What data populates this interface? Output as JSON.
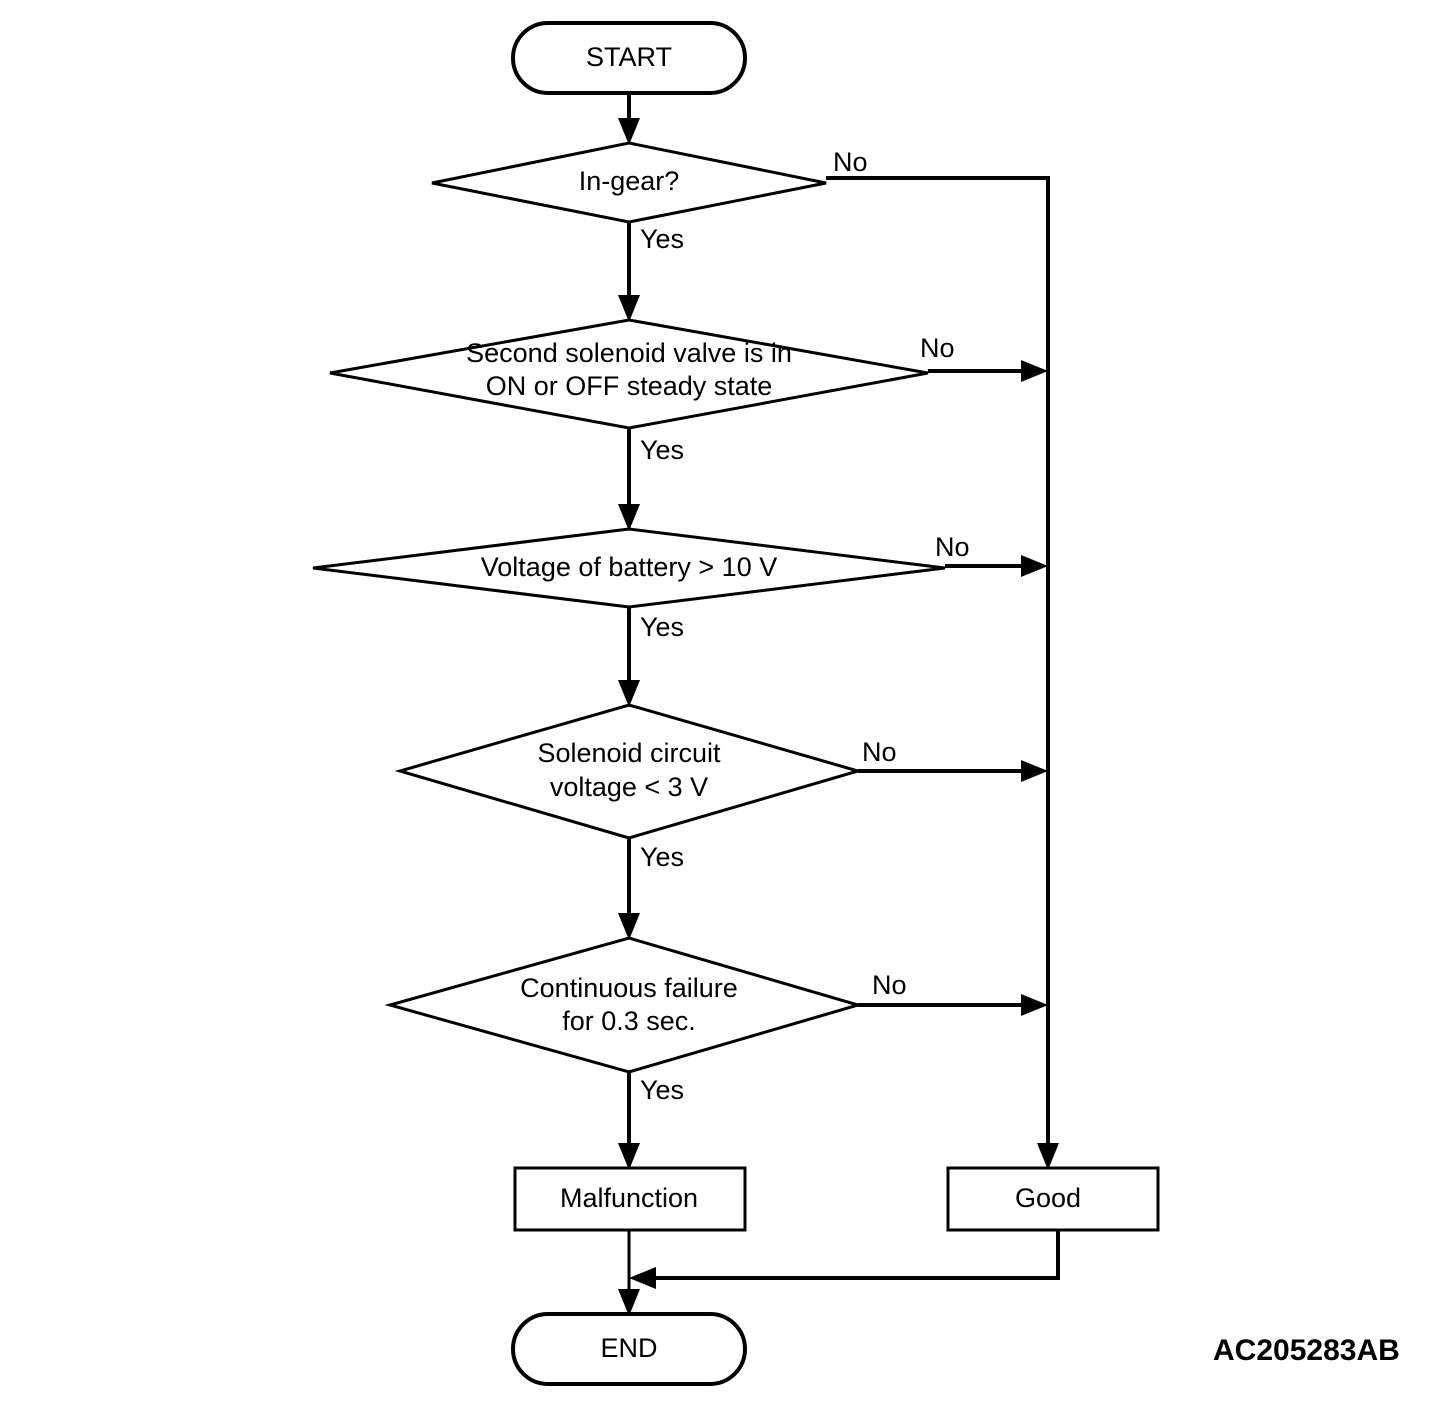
{
  "diagram": {
    "type": "flowchart",
    "title": "Second solenoid valve diagnostic logic flowchart",
    "reference_code": "AC205283AB",
    "colors": {
      "stroke": "#000000",
      "fill": "#ffffff",
      "background": "#ffffff"
    },
    "nodes": {
      "start": {
        "label": "START",
        "shape": "terminator"
      },
      "decision1": {
        "label": "In-gear?",
        "shape": "decision"
      },
      "decision2_line1": {
        "label": "Second solenoid valve is in",
        "shape": "decision"
      },
      "decision2_line2": {
        "label": "ON or OFF steady state"
      },
      "decision3": {
        "label": "Voltage of battery > 10 V",
        "shape": "decision"
      },
      "decision4_line1": {
        "label": "Solenoid circuit",
        "shape": "decision"
      },
      "decision4_line2": {
        "label": "voltage < 3 V"
      },
      "decision5_line1": {
        "label": "Continuous failure",
        "shape": "decision"
      },
      "decision5_line2": {
        "label": "for 0.3 sec."
      },
      "malfunction": {
        "label": "Malfunction",
        "shape": "process"
      },
      "good": {
        "label": "Good",
        "shape": "process"
      },
      "end": {
        "label": "END",
        "shape": "terminator"
      }
    },
    "branches": {
      "no1": "No",
      "yes1": "Yes",
      "no2": "No",
      "yes2": "Yes",
      "no3": "No",
      "yes3": "Yes",
      "no4": "No",
      "yes4": "Yes",
      "no5": "No",
      "yes5": "Yes"
    }
  }
}
